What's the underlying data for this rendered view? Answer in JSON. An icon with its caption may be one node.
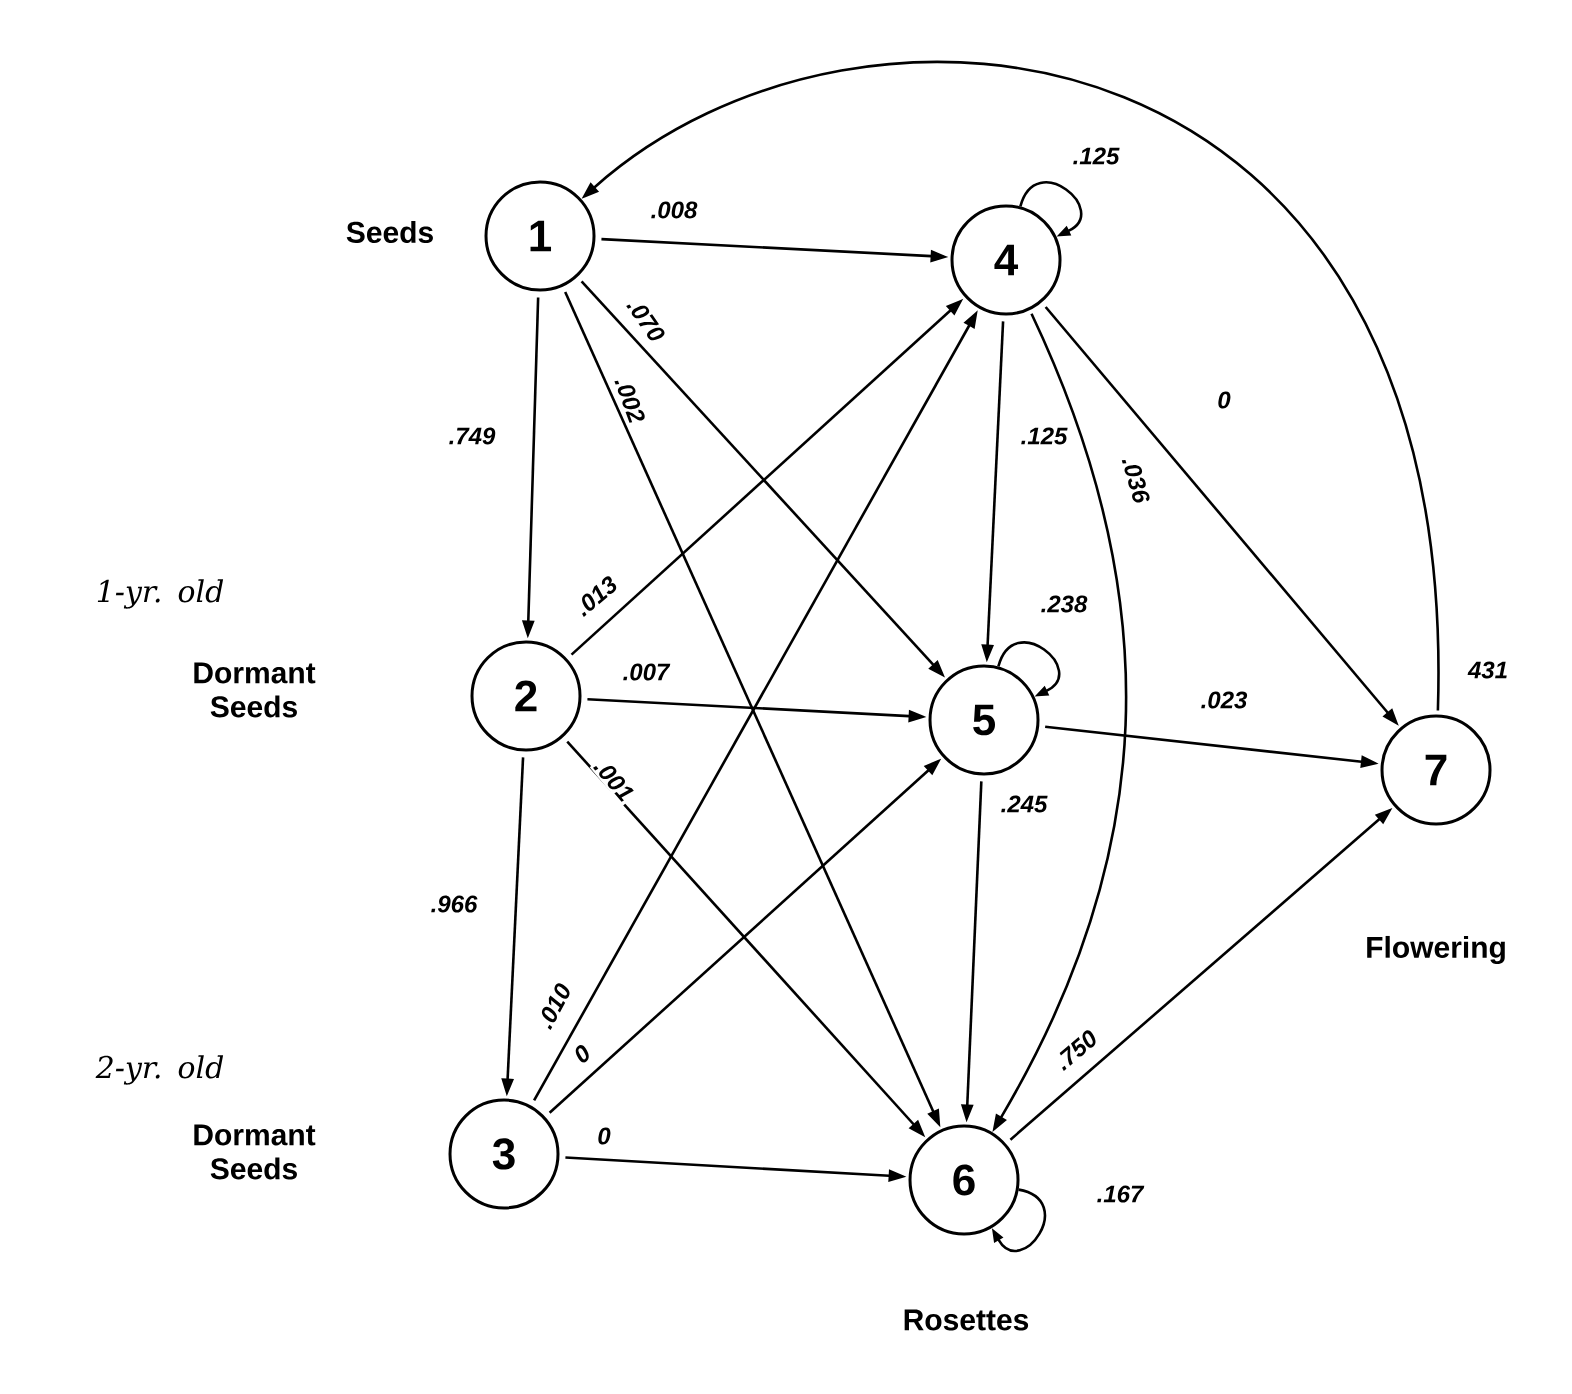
{
  "diagram": {
    "nodes": [
      {
        "text": [
          "1"
        ],
        "beside": [
          "Seeds"
        ]
      },
      {
        "text": [
          "2"
        ],
        "beside": [
          "1-yr. old",
          "Dormant Seeds"
        ]
      },
      {
        "text": [
          "3"
        ],
        "beside": [
          "2-yr. old",
          "Dormant Seeds"
        ]
      },
      {
        "text": [
          "4"
        ]
      },
      {
        "text": [
          "5"
        ]
      },
      {
        "text": [
          "6"
        ],
        "beside": [
          "Rosettes"
        ]
      },
      {
        "text": [
          "7"
        ],
        "beside": [
          "Flowering"
        ]
      }
    ],
    "edges": [
      {
        "from": 0,
        "to": 3,
        "arrow": "to",
        "label": ".008"
      },
      {
        "from": 3,
        "to": 3,
        "arrow": "to",
        "label": ".125"
      },
      {
        "from": 0,
        "to": 1,
        "arrow": "to",
        "label": ".749"
      },
      {
        "from": 0,
        "to": 4,
        "arrow": "to",
        "label": ".070"
      },
      {
        "from": 0,
        "to": 5,
        "arrow": "to",
        "label": ".002"
      },
      {
        "from": 1,
        "to": 3,
        "arrow": "to",
        "label": ".013"
      },
      {
        "from": 1,
        "to": 4,
        "arrow": "to",
        "label": ".007"
      },
      {
        "from": 1,
        "to": 5,
        "arrow": "to",
        "label": ".001"
      },
      {
        "from": 1,
        "to": 2,
        "arrow": "to",
        "label": ".966"
      },
      {
        "from": 2,
        "to": 3,
        "arrow": "to",
        "label": ".010"
      },
      {
        "from": 2,
        "to": 4,
        "arrow": "to",
        "label": "0"
      },
      {
        "from": 2,
        "to": 5,
        "arrow": "to",
        "label": "0"
      },
      {
        "from": 3,
        "to": 4,
        "arrow": "to",
        "label": ".125"
      },
      {
        "from": 3,
        "to": 5,
        "arrow": "to",
        "label": ".036"
      },
      {
        "from": 3,
        "to": 6,
        "arrow": "to",
        "label": "0"
      },
      {
        "from": 4,
        "to": 4,
        "arrow": "to",
        "label": ".238"
      },
      {
        "from": 4,
        "to": 6,
        "arrow": "to",
        "label": ".023"
      },
      {
        "from": 4,
        "to": 5,
        "arrow": "to",
        "label": ".245"
      },
      {
        "from": 5,
        "to": 6,
        "arrow": "to",
        "label": ".750"
      },
      {
        "from": 5,
        "to": 5,
        "arrow": "to",
        "label": ".167"
      },
      {
        "from": 6,
        "to": 0,
        "arrow": "to",
        "label": "431"
      }
    ]
  }
}
